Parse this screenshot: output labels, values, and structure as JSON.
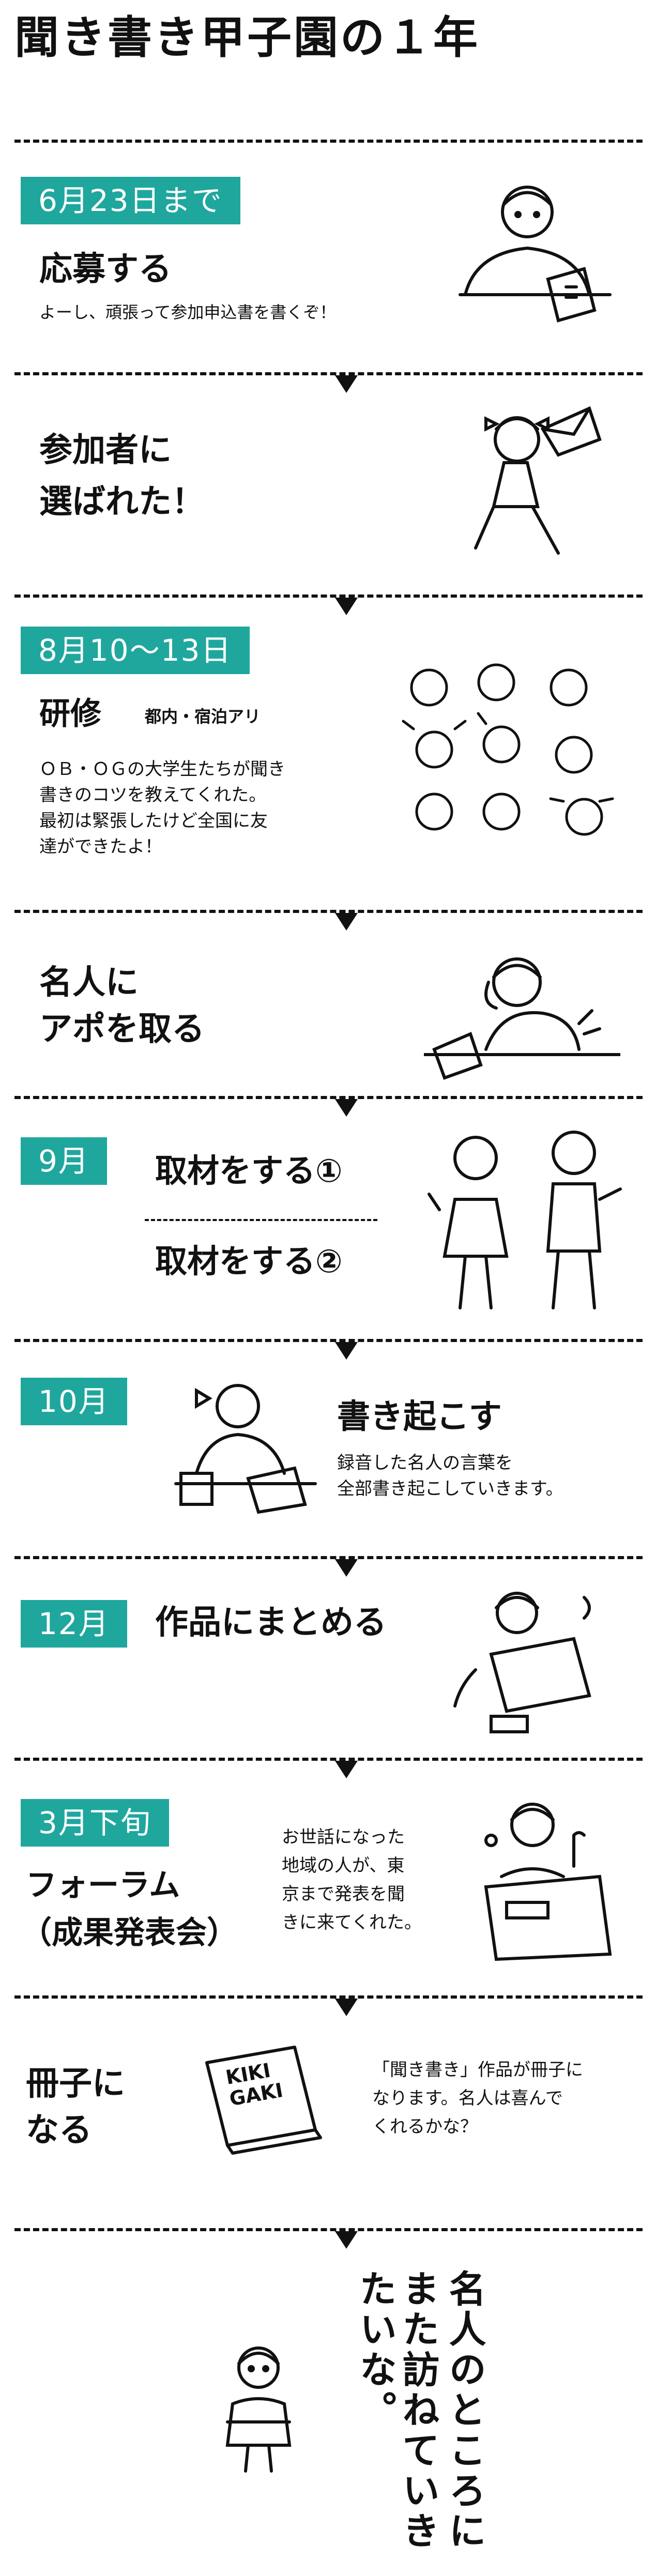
{
  "title": "聞き書き甲子園の１年",
  "sections": {
    "s1": {
      "date": "6月23日まで",
      "heading": "応募する",
      "desc": "よーし、頑張って参加申込書を書くぞ！"
    },
    "s2": {
      "heading_line1": "参加者に",
      "heading_line2": "選ばれた！"
    },
    "s3": {
      "date": "8月10〜13日",
      "heading": "研修",
      "note": "都内・宿泊アリ",
      "desc_line1": "ＯＢ・ＯＧの大学生たちが聞き",
      "desc_line2": "書きのコツを教えてくれた。",
      "desc_line3": "最初は緊張したけど全国に友",
      "desc_line4": "達ができたよ！"
    },
    "s4": {
      "heading_line1": "名人に",
      "heading_line2": "アポを取る"
    },
    "s5": {
      "date": "9月",
      "item1": "取材をする①",
      "item2": "取材をする②"
    },
    "s6": {
      "date": "10月",
      "heading": "書き起こす",
      "desc_line1": "録音した名人の言葉を",
      "desc_line2": "全部書き起こしていきます。"
    },
    "s7": {
      "date": "12月",
      "heading": "作品にまとめる"
    },
    "s8": {
      "date": "3月下旬",
      "heading_line1": "フォーラム",
      "heading_line2": "（成果発表会）",
      "desc_line1": "お世話になった",
      "desc_line2": "地域の人が、東",
      "desc_line3": "京まで発表を聞",
      "desc_line4": "きに来てくれた。"
    },
    "s9": {
      "heading_line1": "冊子に",
      "heading_line2": "なる",
      "book_label_line1": "KIKI",
      "book_label_line2": "GAKI",
      "desc_line1": "「聞き書き」作品が冊子に",
      "desc_line2": "なります。名人は喜んで",
      "desc_line3": "くれるかな？"
    },
    "s10": {
      "vertical_line1": "名人のところに",
      "vertical_line2": "また訪ねていきたいな。"
    }
  },
  "colors": {
    "accent": "#1fa79e",
    "text": "#111111",
    "background": "#ffffff"
  }
}
